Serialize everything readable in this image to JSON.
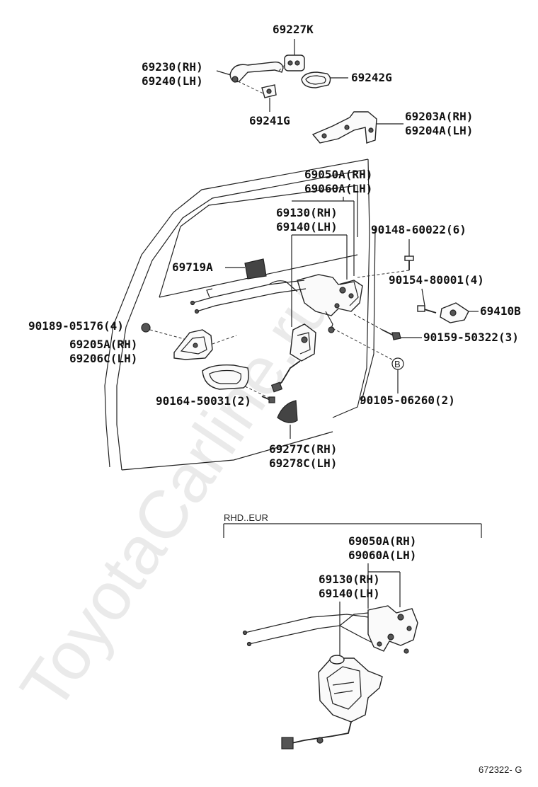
{
  "watermark": "ToyotaCarline.ru",
  "section_label": "RHD..EUR",
  "drawing_code": "672322- G",
  "callout_symbol": "B",
  "labels": {
    "p69227k": "69227K",
    "p69230": "69230(RH)",
    "p69240": "69240(LH)",
    "p69242g": "69242G",
    "p69241g": "69241G",
    "p69203a": "69203A(RH)",
    "p69204a": "69204A(LH)",
    "p69050a": "69050A(RH)",
    "p69060a": "69060A(LH)",
    "p69130": "69130(RH)",
    "p69140": "69140(LH)",
    "p90148": "90148-60022(6)",
    "p69719a": "69719A",
    "p90154": "90154-80001(4)",
    "p69410b": "69410B",
    "p90189": "90189-05176(4)",
    "p69205a": "69205A(RH)",
    "p69206c": "69206C(LH)",
    "p90159": "90159-50322(3)",
    "p90105": "90105-06260(2)",
    "p90164": "90164-50031(2)",
    "p69277c": "69277C(RH)",
    "p69278c": "69278C(LH)",
    "p69050a_b": "69050A(RH)",
    "p69060a_b": "69060A(LH)",
    "p69130_b": "69130(RH)",
    "p69140_b": "69140(LH)"
  }
}
